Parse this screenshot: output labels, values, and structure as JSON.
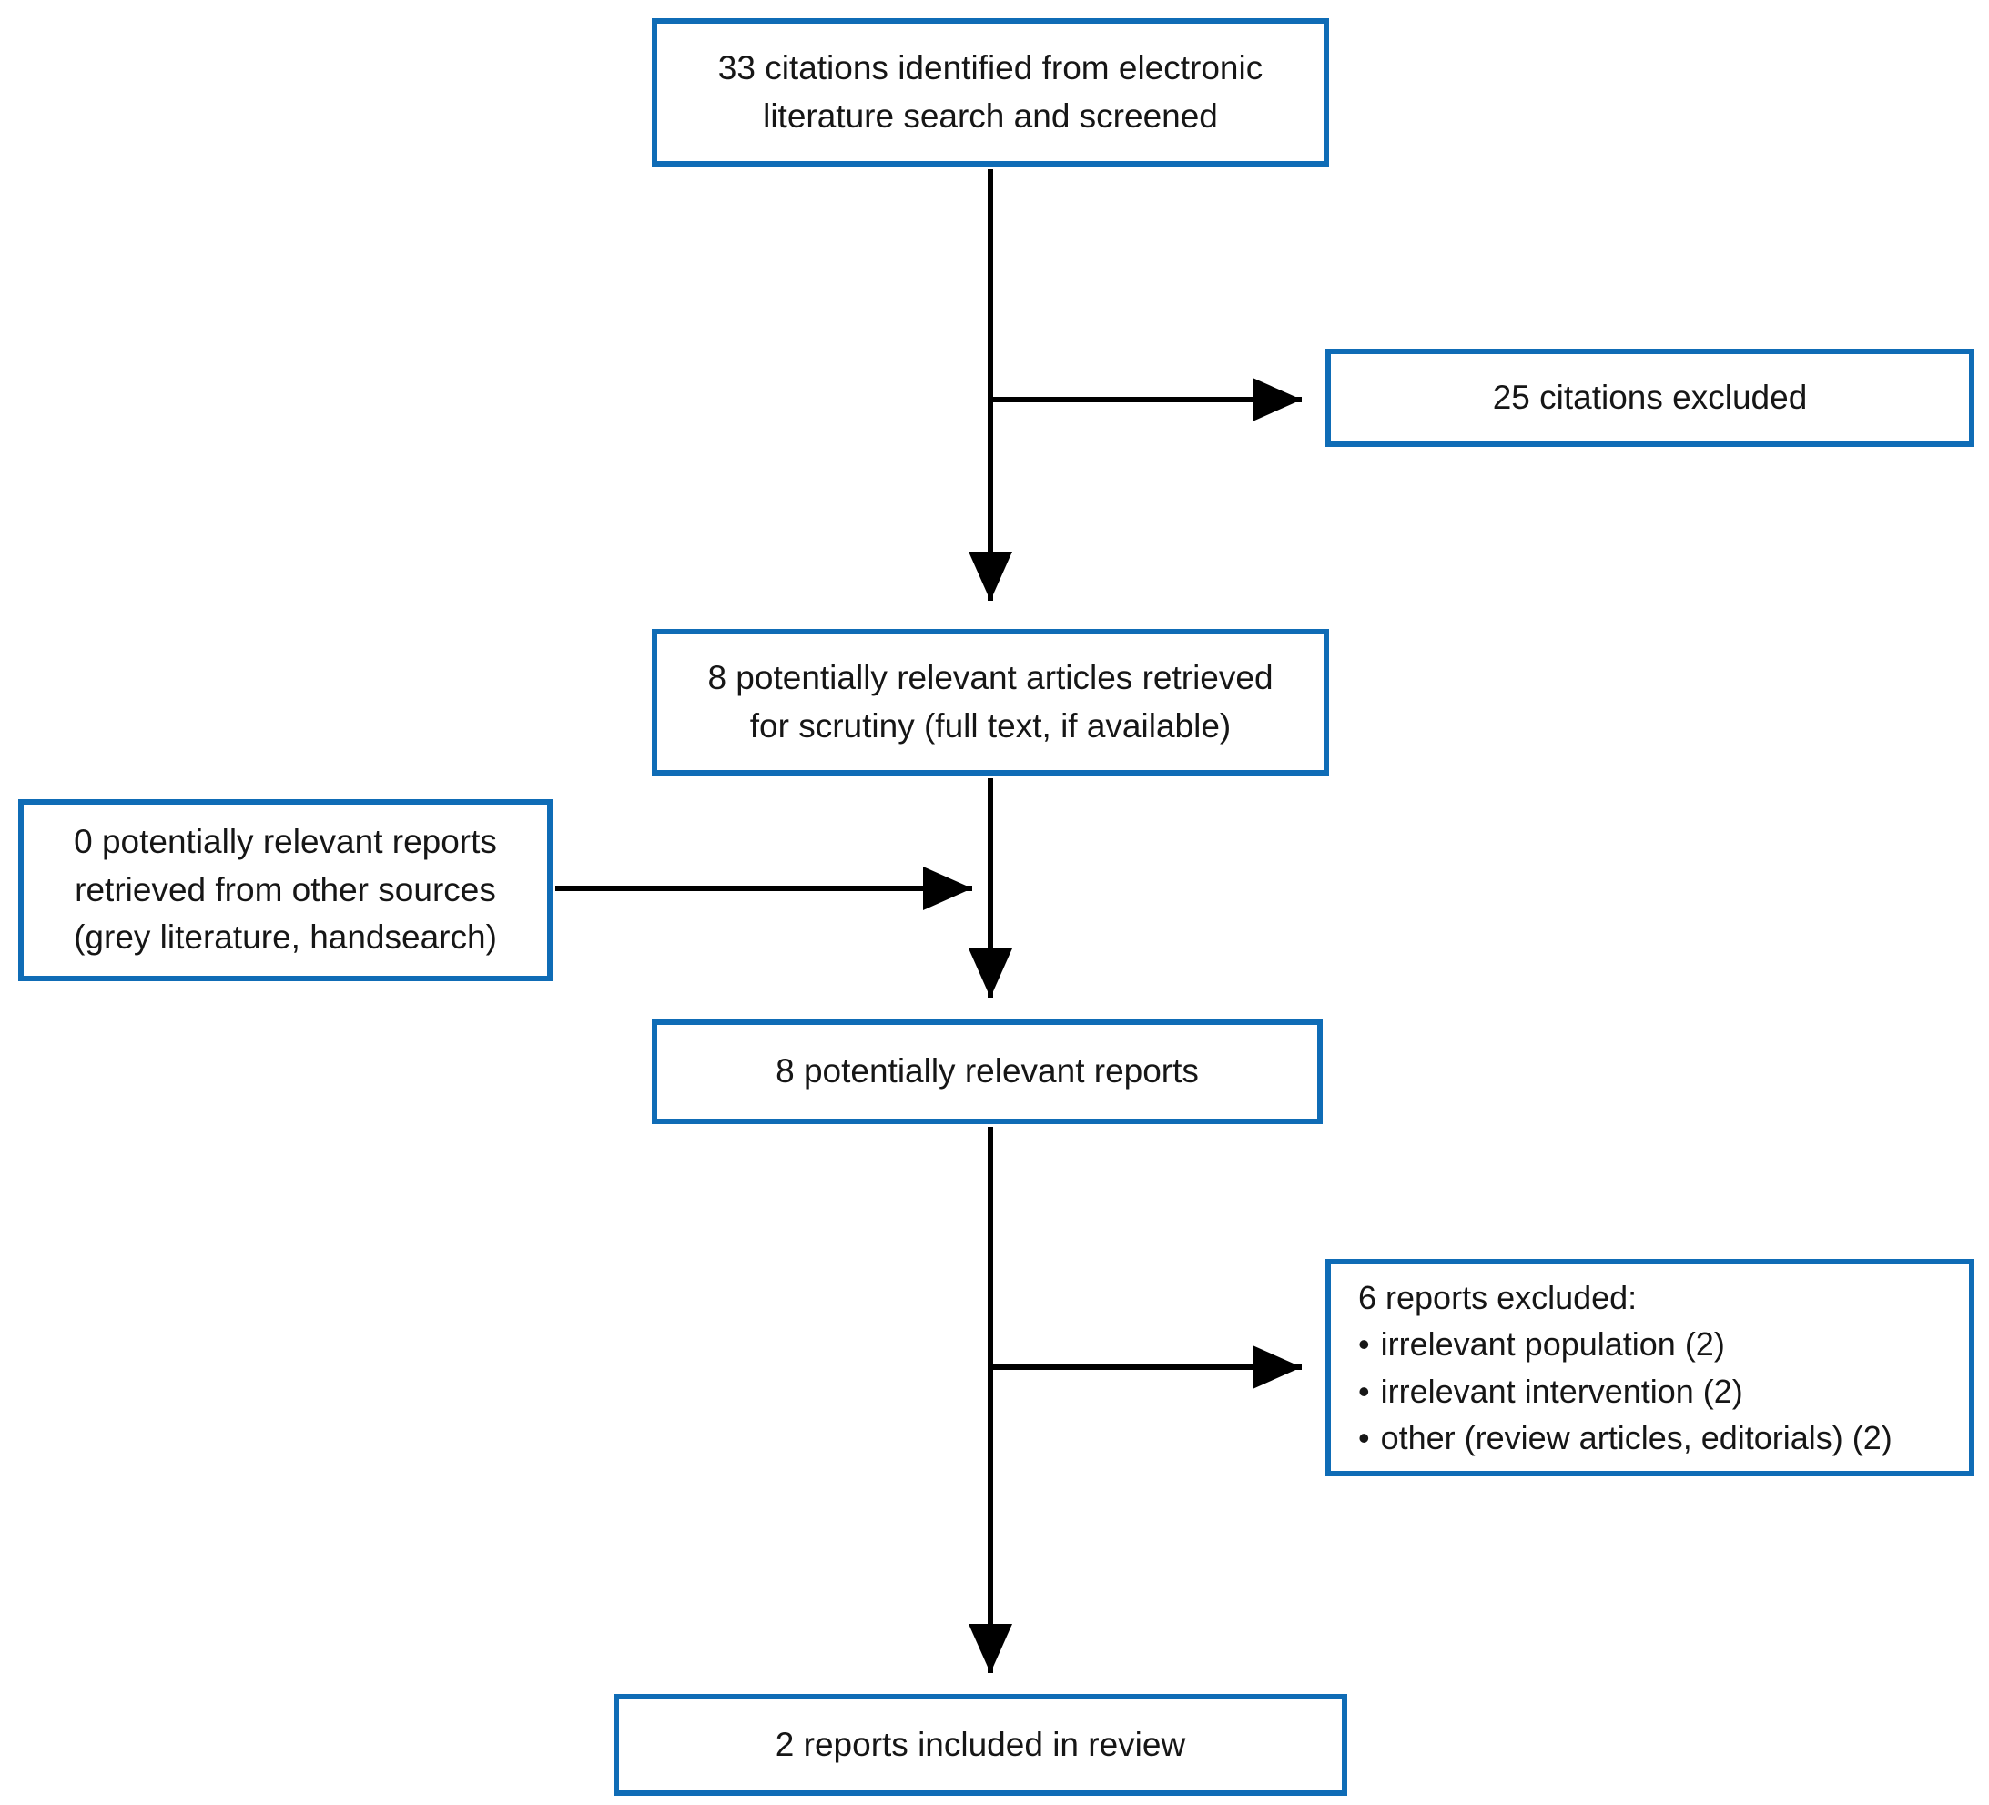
{
  "colors": {
    "box_border": "#0f6cb6",
    "arrow": "#000000",
    "text": "#161616",
    "background": "#ffffff"
  },
  "flowchart": {
    "identified": {
      "lines": [
        "33 citations identified from electronic",
        "literature search and screened"
      ]
    },
    "citations_excluded": {
      "text": "25 citations excluded"
    },
    "articles_retrieved": {
      "lines": [
        "8 potentially relevant articles retrieved",
        "for scrutiny (full text, if available)"
      ]
    },
    "other_sources": {
      "lines": [
        "0 potentially relevant reports",
        "retrieved from other sources",
        "(grey literature, handsearch)"
      ]
    },
    "relevant_reports": {
      "text": "8 potentially relevant reports"
    },
    "reports_excluded": {
      "heading": "6 reports excluded:",
      "bullet": "•",
      "items": [
        "irrelevant population (2)",
        "irrelevant intervention (2)",
        "other (review articles, editorials) (2)"
      ]
    },
    "included": {
      "text": "2 reports included in review"
    }
  }
}
